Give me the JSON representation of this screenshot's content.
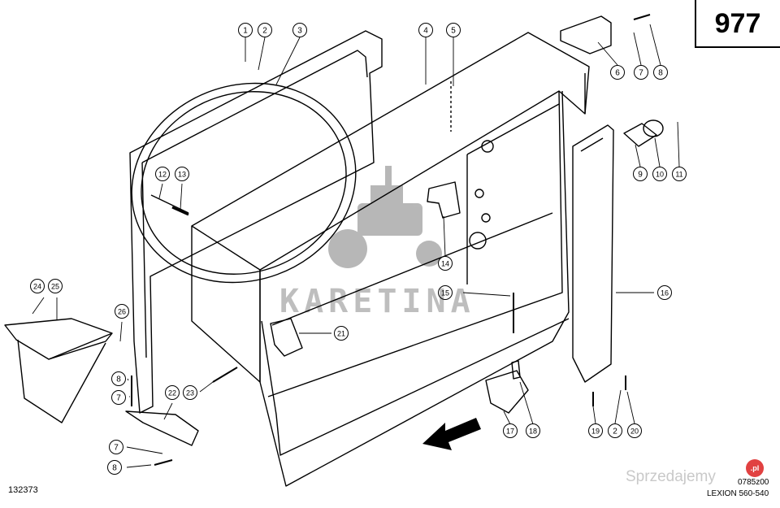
{
  "page_number": "977",
  "drawing_number": "132373",
  "drawing_code": "0785z00",
  "model": "LEXION 560-540",
  "watermark_center": "KARETINA",
  "watermark_brand": "Sprzedajemy",
  "watermark_badge": ".pl",
  "colors": {
    "line": "#000000",
    "watermark": "#8a8a8a",
    "brand_badge": "#e14141"
  },
  "callouts": [
    {
      "label": "1"
    },
    {
      "label": "2"
    },
    {
      "label": "3"
    },
    {
      "label": "4"
    },
    {
      "label": "5"
    },
    {
      "label": "6"
    },
    {
      "label": "7"
    },
    {
      "label": "8"
    },
    {
      "label": "9"
    },
    {
      "label": "10"
    },
    {
      "label": "11"
    },
    {
      "label": "12"
    },
    {
      "label": "13"
    },
    {
      "label": "14"
    },
    {
      "label": "15"
    },
    {
      "label": "16"
    },
    {
      "label": "19"
    },
    {
      "label": "2"
    },
    {
      "label": "20"
    },
    {
      "label": "17"
    },
    {
      "label": "18"
    },
    {
      "label": "21"
    },
    {
      "label": "24"
    },
    {
      "label": "25"
    },
    {
      "label": "26"
    },
    {
      "label": "8"
    },
    {
      "label": "7"
    },
    {
      "label": "22"
    },
    {
      "label": "23"
    },
    {
      "label": "7"
    },
    {
      "label": "8"
    }
  ]
}
